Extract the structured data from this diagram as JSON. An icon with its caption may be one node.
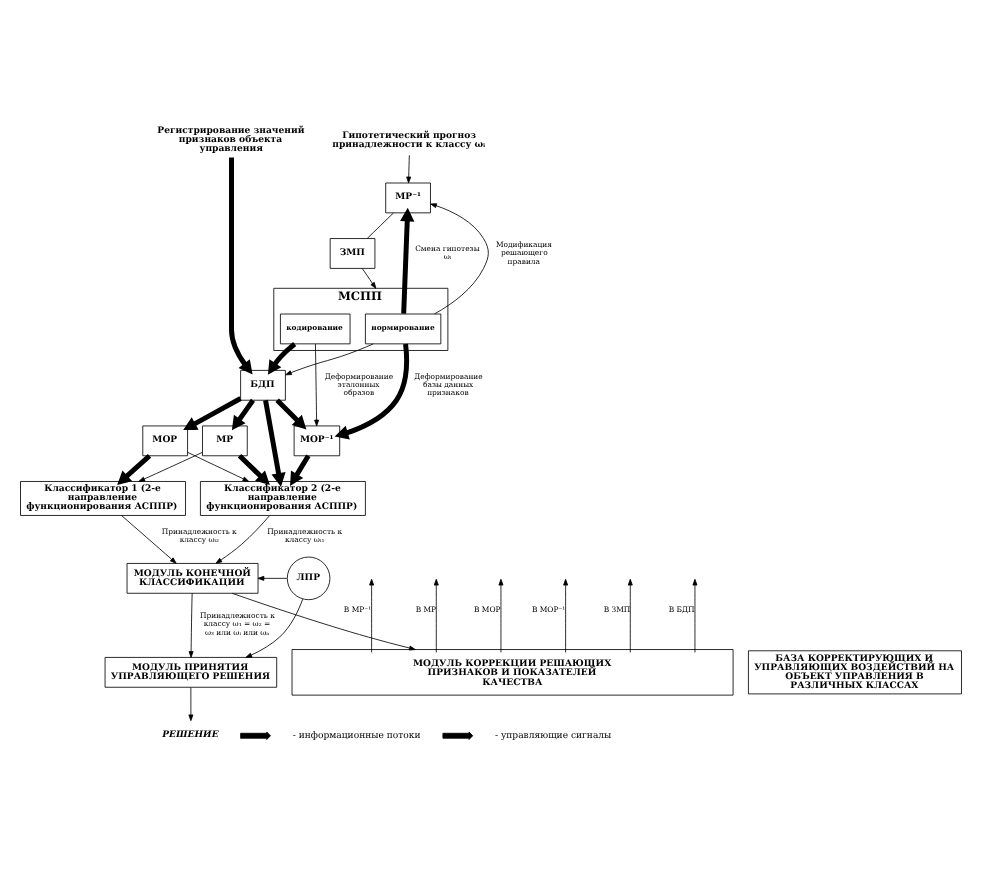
{
  "diagram": {
    "nodes": [
      {
        "text": [
          "Гипотетический прогноз принадлежности к классу ωᵢ"
        ]
      },
      {
        "text": [
          "Регистрирование значений признаков объекта управления"
        ]
      },
      {
        "text": [
          "МР⁻¹"
        ]
      },
      {
        "text": [
          "ЗМП"
        ]
      },
      {
        "text": [
          "МСПП"
        ]
      },
      {
        "text": [
          "нормирование"
        ],
        "in": 4
      },
      {
        "text": [
          "кодирование"
        ],
        "in": 4
      },
      {
        "text": [
          "БДП"
        ]
      },
      {
        "text": [
          "МОР⁻¹"
        ]
      },
      {
        "text": [
          "МОР"
        ]
      },
      {
        "text": [
          "МР"
        ]
      },
      {
        "text": [
          "Классификатор 2 (2-е направление функционирования АСППР)"
        ]
      },
      {
        "text": [
          "Классификатор 1 (2-е направление функционирования АСППР)"
        ]
      },
      {
        "text": [
          "МОДУЛЬ КОРРЕКЦИИ РЕШАЮЩИХ ПРИЗНАКОВ И ПОКАЗАТЕЛЕЙ КАЧЕСТВА"
        ]
      },
      {
        "text": [
          "МОДУЛЬ КОНЕЧНОЙ КЛАССИФИКАЦИИ"
        ]
      },
      {
        "text": [
          "ЛПР"
        ]
      },
      {
        "text": [
          "БАЗА КОРРЕКТИРУЮЩИХ И УПРАВЛЯЮЩИХ ВОЗДЕЙСТВИЙ НА ОБЪЕКТ УПРАВЛЕНИЯ В РАЗЛИЧНЫХ КЛАССАХ"
        ]
      },
      {
        "text": [
          "МОДУЛЬ ПРИНЯТИЯ УПРАВЛЯЮЩЕГО РЕШЕНИЯ"
        ]
      },
      {
        "text": [
          "РЕШЕНИЕ"
        ]
      }
    ],
    "edges": [
      {
        "from": 0,
        "to": 2,
        "arrow": "to"
      },
      {
        "from": 2,
        "to": 3,
        "arrow": "none"
      },
      {
        "from": 3,
        "to": 4,
        "arrow": "to"
      },
      {
        "from": 5,
        "to": 2,
        "arrow": "to",
        "label": "Смена гипотезы ωᵢ",
        "style": "thick"
      },
      {
        "from": 5,
        "to": 2,
        "arrow": "to",
        "label": "Модификация решающего правила"
      },
      {
        "from": 5,
        "to": 8,
        "arrow": "to",
        "label": "Деформирование базы данных признаков",
        "style": "thick"
      },
      {
        "from": 5,
        "to": 7,
        "arrow": "to"
      },
      {
        "from": 6,
        "to": 7,
        "arrow": "to",
        "style": "thick"
      },
      {
        "from": 6,
        "to": 8,
        "arrow": "to",
        "label": "Деформирование эталонных образов"
      },
      {
        "from": 1,
        "to": 7,
        "arrow": "to",
        "style": "thick"
      },
      {
        "from": 7,
        "to": 8,
        "arrow": "to",
        "style": "thick"
      },
      {
        "from": 7,
        "to": 9,
        "arrow": "to",
        "style": "thick"
      },
      {
        "from": 7,
        "to": 10,
        "arrow": "to",
        "style": "thick"
      },
      {
        "from": 7,
        "to": 11,
        "arrow": "to",
        "style": "thick"
      },
      {
        "from": 8,
        "to": 11,
        "arrow": "to",
        "style": "thick"
      },
      {
        "from": 9,
        "to": 11,
        "arrow": "to"
      },
      {
        "from": 10,
        "to": 11,
        "arrow": "to",
        "style": "thick"
      },
      {
        "from": 9,
        "to": 12,
        "arrow": "to",
        "style": "thick"
      },
      {
        "from": 10,
        "to": 12,
        "arrow": "to"
      },
      {
        "from": 11,
        "to": 14,
        "arrow": "to",
        "label": "Принадлежность к классу ωᵢ₁"
      },
      {
        "from": 12,
        "to": 14,
        "arrow": "to",
        "label": "Принадлежность к классу ωᵢ₂"
      },
      {
        "from": 14,
        "to": 13,
        "arrow": "to"
      },
      {
        "from": 15,
        "to": 14,
        "arrow": "to"
      },
      {
        "from": 15,
        "to": 17,
        "arrow": "to"
      },
      {
        "from": 14,
        "to": 17,
        "arrow": "to",
        "label": "Принадлежность к классу ω₁ = ω₂ = ω₃ или ωᵢ или ωₙ"
      },
      {
        "from": 17,
        "to": 18,
        "arrow": "to"
      },
      {
        "from": 13,
        "to": null,
        "arrow": "to",
        "label": "В МР⁻¹"
      },
      {
        "from": 13,
        "to": null,
        "arrow": "to",
        "label": "В МР"
      },
      {
        "from": 13,
        "to": null,
        "arrow": "to",
        "label": "В МОР"
      },
      {
        "from": 13,
        "to": null,
        "arrow": "to",
        "label": "В МОР⁻¹"
      },
      {
        "from": 13,
        "to": null,
        "arrow": "to",
        "label": "В ЗМП"
      },
      {
        "from": 13,
        "to": null,
        "arrow": "to",
        "label": "В БДП"
      }
    ],
    "legend": [
      {
        "text": "- информационные потоки"
      },
      {
        "text": "- управляющие сигналы"
      }
    ]
  }
}
